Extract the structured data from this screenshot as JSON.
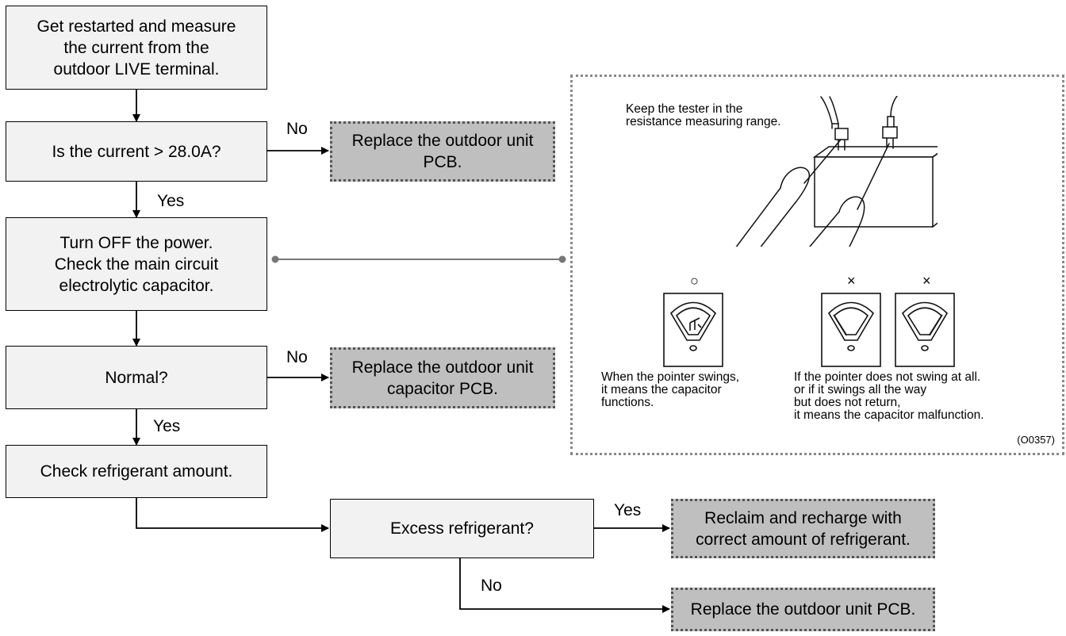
{
  "steps": {
    "measure": "Get restarted and measure\nthe current from the\noutdoor LIVE terminal.",
    "current_check": "Is the current > 28.0A?",
    "power_off": "Turn OFF the power.\nCheck the main circuit\nelectrolytic capacitor.",
    "normal_check": "Normal?",
    "check_refrigerant": "Check refrigerant amount.",
    "excess_check": "Excess refrigerant?"
  },
  "actions": {
    "replace_pcb_1": "Replace the outdoor unit\nPCB.",
    "replace_capacitor_pcb": "Replace the outdoor unit\ncapacitor PCB.",
    "reclaim": "Reclaim and recharge with\ncorrect amount of refrigerant.",
    "replace_pcb_2": "Replace the outdoor unit PCB."
  },
  "labels": {
    "no_1": "No",
    "yes_1": "Yes",
    "no_2": "No",
    "yes_2": "Yes",
    "yes_3": "Yes",
    "no_3": "No"
  },
  "detail": {
    "tester_note": "Keep the tester in the\nresistance measuring range.",
    "ok_mark": "○",
    "ng_mark": "×",
    "ok_caption": "When the pointer swings,\nit means the capacitor\nfunctions.",
    "ng_caption": "If the pointer does not swing at all.\nor if it swings all the way\nbut does not return,\nit means the capacitor malfunction.",
    "ref_code": "(O0357)"
  }
}
